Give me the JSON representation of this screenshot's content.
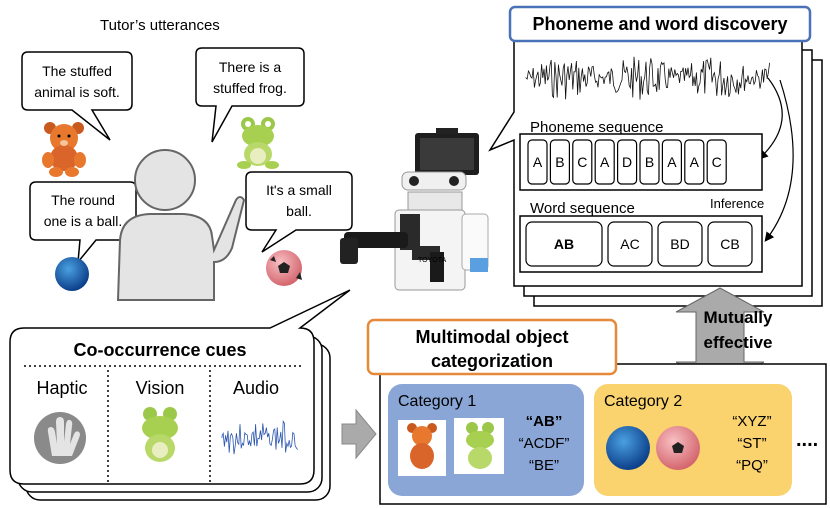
{
  "tutor": {
    "title": "Tutor’s utterances",
    "utterances": [
      {
        "line1": "The stuffed",
        "line2": "animal is soft."
      },
      {
        "line1": "There is a",
        "line2": "stuffed frog."
      },
      {
        "line1": "The round",
        "line2": "one is a ball."
      },
      {
        "line1": "It's a small",
        "line2": "ball."
      }
    ]
  },
  "discovery": {
    "title": "Phoneme and word discovery",
    "phoneme_label": "Phoneme sequence",
    "phonemes": [
      "A",
      "B",
      "C",
      "A",
      "D",
      "B",
      "A",
      "A",
      "C"
    ],
    "word_label": "Word sequence",
    "inference_label": "Inference",
    "words": [
      "AB",
      "AC",
      "BD",
      "CB"
    ]
  },
  "mutual": {
    "line1": "Mutually",
    "line2": "effective"
  },
  "cooccurrence": {
    "title": "Co-occurrence cues",
    "modalities": [
      "Haptic",
      "Vision",
      "Audio"
    ]
  },
  "categorization": {
    "title_line1": "Multimodal object",
    "title_line2": "categorization",
    "category1": {
      "label": "Category 1",
      "words": [
        "“AB”",
        "“ACDF”",
        "“BE”"
      ]
    },
    "category2": {
      "label": "Category 2",
      "words": [
        "“XYZ”",
        "“ST”",
        "“PQ”"
      ]
    },
    "ellipsis": "....",
    "colors": {
      "category1": "#8aa6d6",
      "category2": "#fad26e",
      "discovery_border": "#4a72b8",
      "categorization_border": "#e58a3a"
    }
  },
  "robot": {
    "brand": "TOYOTA"
  }
}
